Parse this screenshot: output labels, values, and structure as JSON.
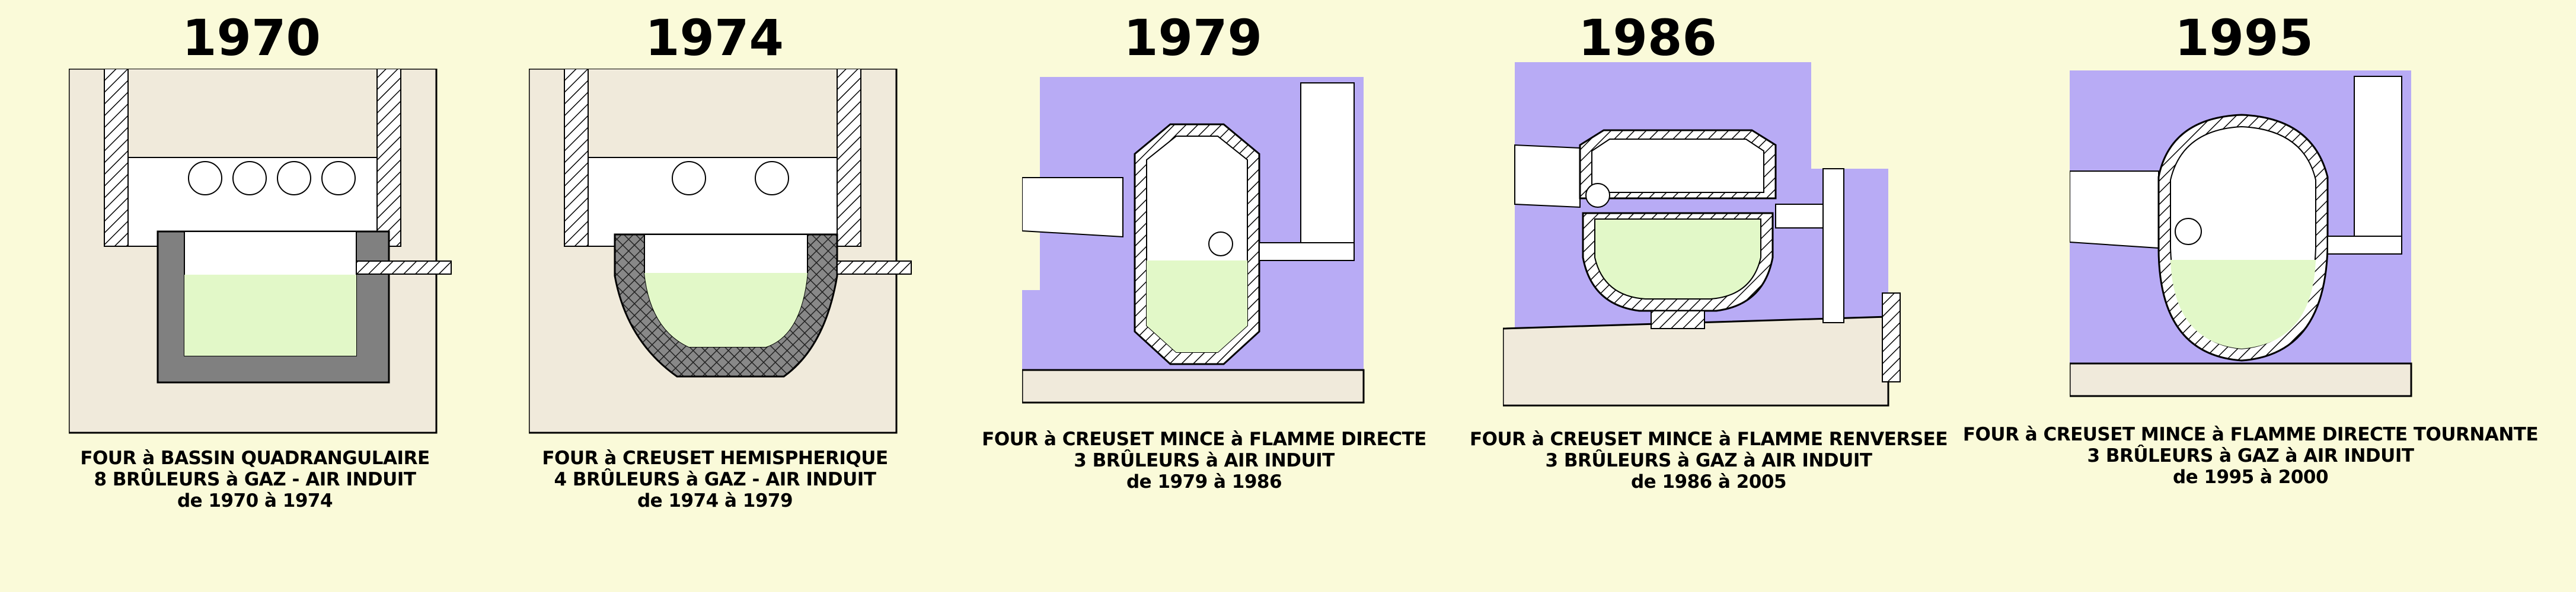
{
  "colors": {
    "background": "#fafad9",
    "ground": "#f0eadb",
    "lavender": "#b8abf5",
    "glass": "#e2f8c8",
    "refractory": "#808080"
  },
  "panels": [
    {
      "year": "1970",
      "lines": [
        "FOUR à BASSIN QUADRANGULAIRE",
        "8 BRÛLEURS à GAZ - AIR INDUIT",
        "de 1970 à 1974"
      ]
    },
    {
      "year": "1974",
      "lines": [
        "FOUR à CREUSET HEMISPHERIQUE",
        "4 BRÛLEURS à GAZ - AIR INDUIT",
        "de 1974 à 1979"
      ]
    },
    {
      "year": "1979",
      "lines": [
        "FOUR à CREUSET MINCE à FLAMME DIRECTE",
        "3 BRÛLEURS à AIR INDUIT",
        "de 1979 à 1986"
      ]
    },
    {
      "year": "1986",
      "lines": [
        "FOUR à CREUSET MINCE à FLAMME RENVERSEE",
        "3 BRÛLEURS à GAZ à AIR INDUIT",
        "de 1986 à 2005"
      ]
    },
    {
      "year": "1995",
      "lines": [
        "FOUR à CREUSET MINCE à FLAMME DIRECTE TOURNANTE",
        "3 BRÛLEURS à GAZ à AIR INDUIT",
        "de 1995 à 2000"
      ]
    }
  ]
}
